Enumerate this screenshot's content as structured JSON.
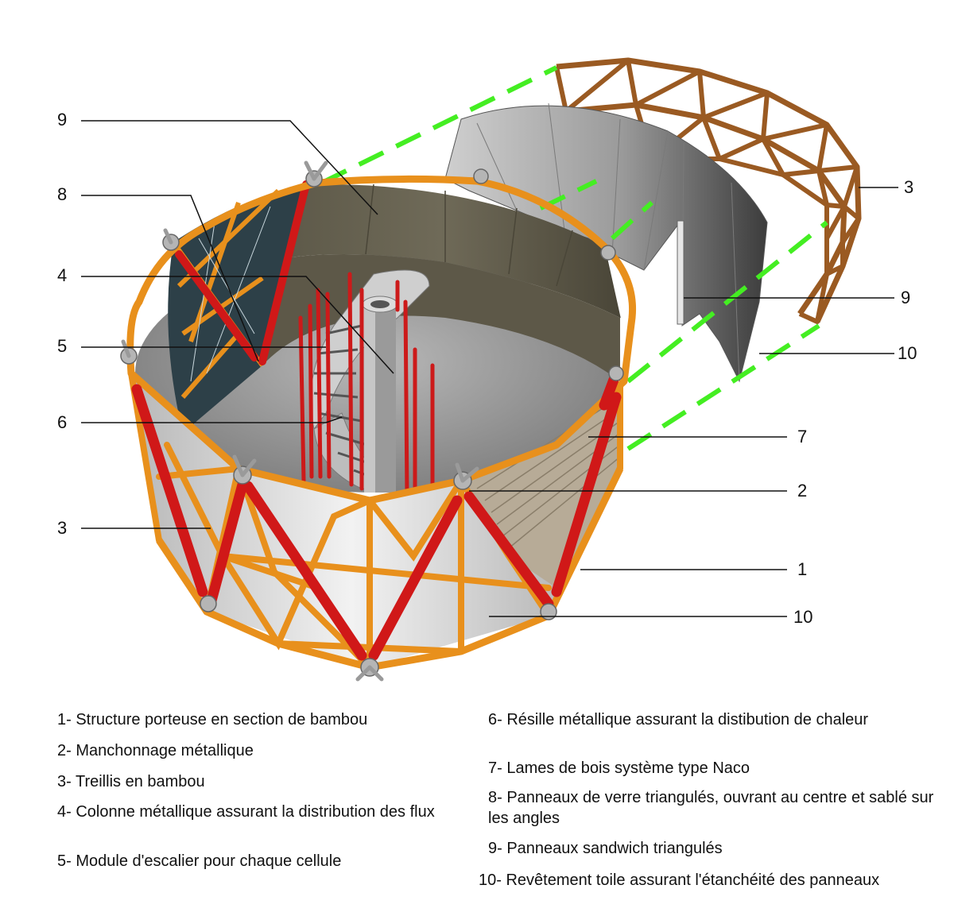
{
  "callouts": {
    "left": [
      "9",
      "8",
      "4",
      "5",
      "6",
      "3"
    ],
    "right": [
      "3",
      "9",
      "10",
      "7",
      "2",
      "1",
      "10"
    ]
  },
  "legend": {
    "left": [
      "1- Structure porteuse en section de bambou",
      "2- Manchonnage métallique",
      "3- Treillis en bambou",
      "4- Colonne métallique assurant la distribution des flux",
      "5- Module d'escalier pour chaque cellule"
    ],
    "right": [
      "6- Résille métallique assurant la distibution de chaleur",
      "7- Lames de bois système type Naco",
      "8- Panneaux de verre triangulés, ouvrant au centre et sablé sur les angles",
      "9- Panneaux sandwich triangulés",
      "10- Revêtement toile assurant l'étanchéité des panneaux"
    ]
  },
  "colors": {
    "bamboo": "#e8901c",
    "steel_red": "#d01818",
    "canvas": "#dcdcdc",
    "sandwich": "#6b6552",
    "glass": "#2d4048",
    "timber_truss": "#9a5a22",
    "guide_dash": "#44ee22"
  }
}
